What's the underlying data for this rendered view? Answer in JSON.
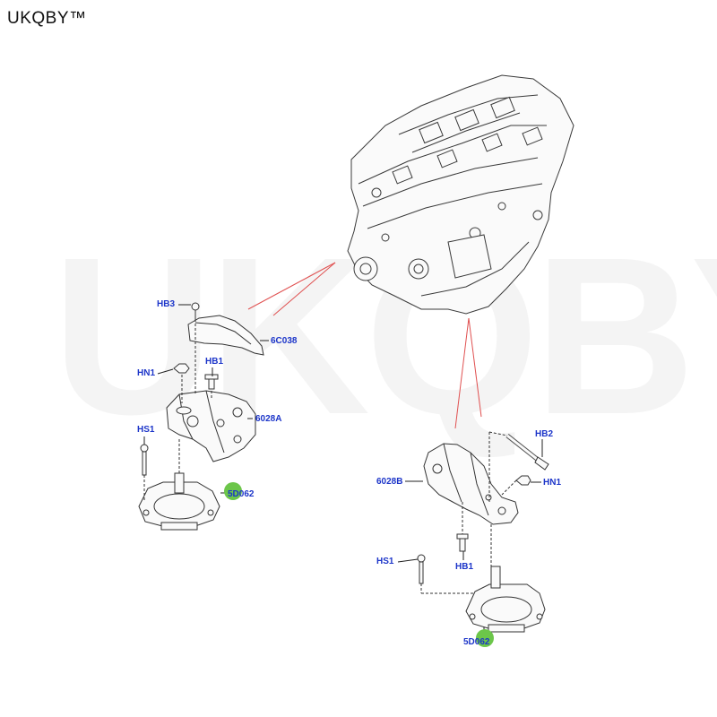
{
  "brand": {
    "title": "UKQBY™"
  },
  "watermark": {
    "text": "UKQBY™"
  },
  "colors": {
    "callout": "#1c35c9",
    "leader": "#e05050",
    "marker": "#6cc64a",
    "line": "#333333"
  },
  "callouts": {
    "hb3": "HB3",
    "c038": "6C038",
    "hn1_left": "HN1",
    "hb1_left": "HB1",
    "a6028": "6028A",
    "hs1_left": "HS1",
    "d062_left": "5D062",
    "hb2": "HB2",
    "b6028": "6028B",
    "hn1_right": "HN1",
    "hs1_right": "HS1",
    "hb1_right": "HB1",
    "d062_right": "5D062"
  }
}
